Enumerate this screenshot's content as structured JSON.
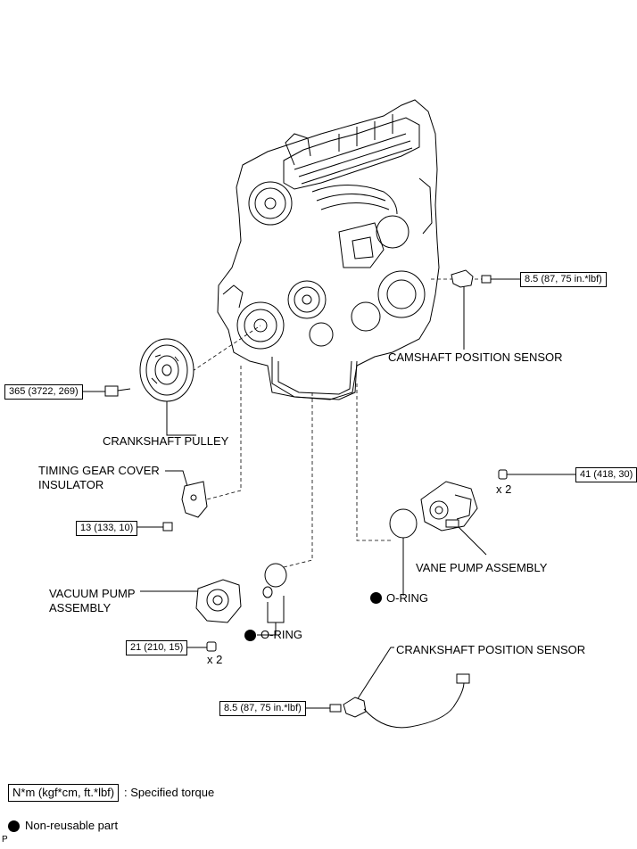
{
  "labels": {
    "camshaft_sensor": "CAMSHAFT POSITION SENSOR",
    "crankshaft_pulley": "CRANKSHAFT PULLEY",
    "timing_gear_cover_insulator": "TIMING GEAR COVER\nINSULATOR",
    "vacuum_pump_assembly": "VACUUM PUMP\nASSEMBLY",
    "vane_pump_assembly": "VANE PUMP ASSEMBLY",
    "oring_1": "O-RING",
    "oring_2": "O-RING",
    "crankshaft_sensor": "CRANKSHAFT POSITION SENSOR",
    "qty_vane": "x 2",
    "qty_vacuum": "x 2"
  },
  "torques": {
    "camshaft_sensor_bolt": "8.5 (87, 75 in.*lbf)",
    "pulley_bolt": "365 (3722, 269)",
    "insulator_bolt": "13 (133, 10)",
    "vane_pump_nut": "41 (418, 30)",
    "vacuum_pump_nut": "21 (210, 15)",
    "crankshaft_sensor_bolt": "8.5 (87, 75 in.*lbf)"
  },
  "legend": {
    "torque_box": "N*m (kgf*cm, ft.*lbf)",
    "torque_desc": ": Specified torque",
    "nonreusable_desc": "Non-reusable part"
  },
  "corner_mark": "P"
}
